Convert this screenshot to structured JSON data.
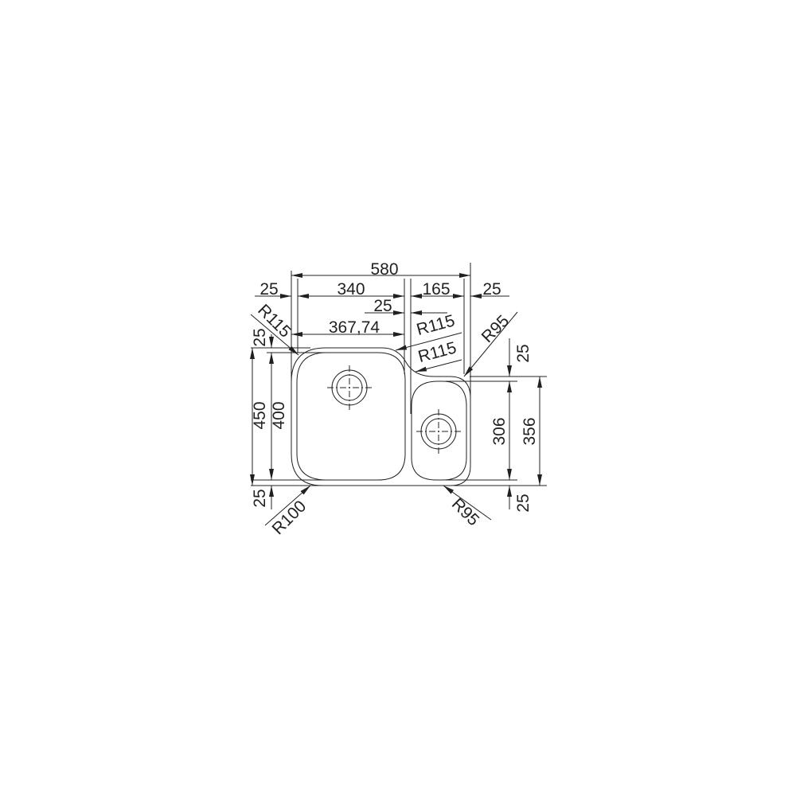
{
  "drawing": {
    "line_color": "#231f20",
    "horizontal_dims": {
      "overall_width": "580",
      "left_margin": "25",
      "left_bowl": "340",
      "right_bowl": "165",
      "right_margin": "25",
      "divider": "25",
      "left_bowl_outer": "367,74"
    },
    "vertical_dims": {
      "overall_left": "450",
      "left_bowl": "400",
      "top_left_margin": "25",
      "bottom_left_margin": "25",
      "right_top_margin": "25",
      "right_bowl": "306",
      "overall_right": "356",
      "right_bottom_margin": "25"
    },
    "radii": {
      "top_left": "R115",
      "divider_top": "R115",
      "divider_bottom": "R115",
      "top_right": "R95",
      "bottom_left": "R100",
      "bottom_right": "R95"
    }
  }
}
